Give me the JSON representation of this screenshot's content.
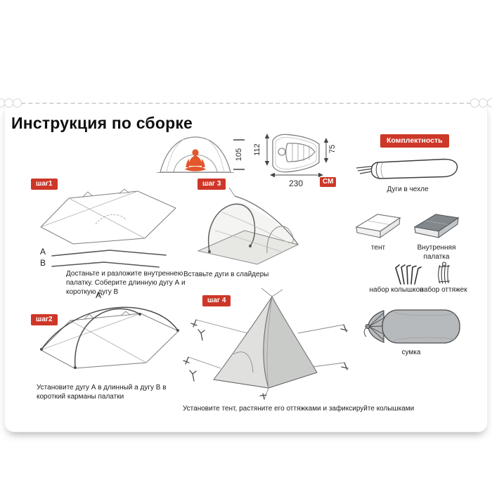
{
  "title": "Инструкция по сборке",
  "diagram": {
    "dome_height": "105",
    "head_width": "112",
    "foot_width": "75",
    "length": "230",
    "units": "СМ"
  },
  "steps": [
    {
      "badge": "шаг1",
      "text": "Достаньте и разложите внутреннею палатку. Соберите длинную дугу А и короткую дугу В",
      "label_a": "А",
      "label_b": "В",
      "label_a_repeat": "А"
    },
    {
      "badge": "шаг2",
      "text": "Установите дугу А в длинный а дугу В в короткий карманы палатки"
    },
    {
      "badge": "шаг 3",
      "text": "Вставьте дуги в слайдеры"
    },
    {
      "badge": "шаг 4",
      "text": "Установите тент, растяните его оттяжками и зафиксируйте колышками"
    }
  ],
  "kit": {
    "header": "Комплектность",
    "items": [
      "Дуги в чехле",
      "тент",
      "Внутренняя палатка",
      "набор колышков",
      "набор оттяжек",
      "сумка"
    ]
  },
  "colors": {
    "badge_red": "#cd3728",
    "person_accent": "#e2572c",
    "fabric_gray": "#b7babc",
    "line_gray": "#6f6f6f"
  }
}
